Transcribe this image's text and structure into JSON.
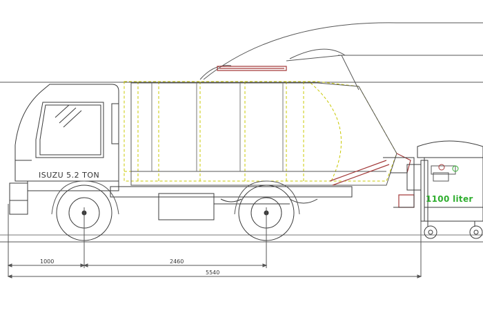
{
  "drawing": {
    "truck_badge": "ISUZU 5.2 TON",
    "bin_capacity": "1100 liter",
    "dimensions": {
      "front_overhang": "1000",
      "wheelbase": "2460",
      "overall_length": "5540"
    }
  },
  "colors": {
    "line": "#3a3a3a",
    "body_dash": "#c8c800",
    "hydraulic": "#a33a3a",
    "bin_label": "#2fae2f"
  }
}
